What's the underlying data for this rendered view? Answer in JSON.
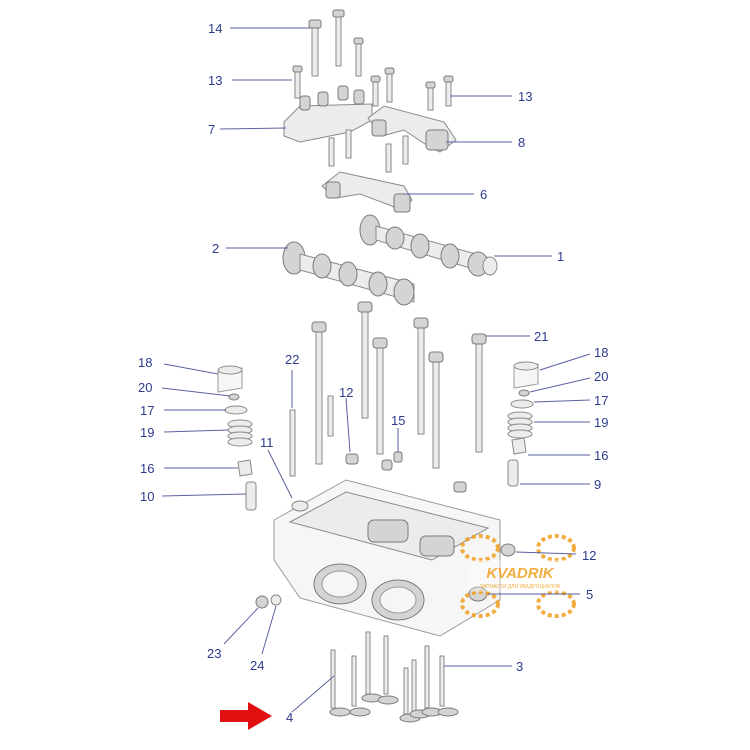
{
  "callouts": {
    "c14": "14",
    "c13_left": "13",
    "c13_right": "13",
    "c7": "7",
    "c8": "8",
    "c6": "6",
    "c2": "2",
    "c1": "1",
    "c21": "21",
    "c18_left": "18",
    "c18_right": "18",
    "c22": "22",
    "c20_left": "20",
    "c20_right": "20",
    "c12_top": "12",
    "c17_left": "17",
    "c17_right": "17",
    "c15": "15",
    "c19_left": "19",
    "c19_right": "19",
    "c11": "11",
    "c16_left": "16",
    "c16_right": "16",
    "c10": "10",
    "c9": "9",
    "c12_right": "12",
    "c5": "5",
    "c23": "23",
    "c24": "24",
    "c3": "3",
    "c4": "4"
  },
  "watermark": {
    "brand": "KVADRIK",
    "tagline": "ЗАПЧАСТИ ДЛЯ КВАДРОЦИКЛОВ"
  },
  "colors": {
    "callout_text": "#2d3b8c",
    "leader_line": "#5a62a0",
    "arrow": "#e01010",
    "watermark": "#f0a020"
  },
  "icons": {
    "pointer": "red-arrow-icon"
  }
}
